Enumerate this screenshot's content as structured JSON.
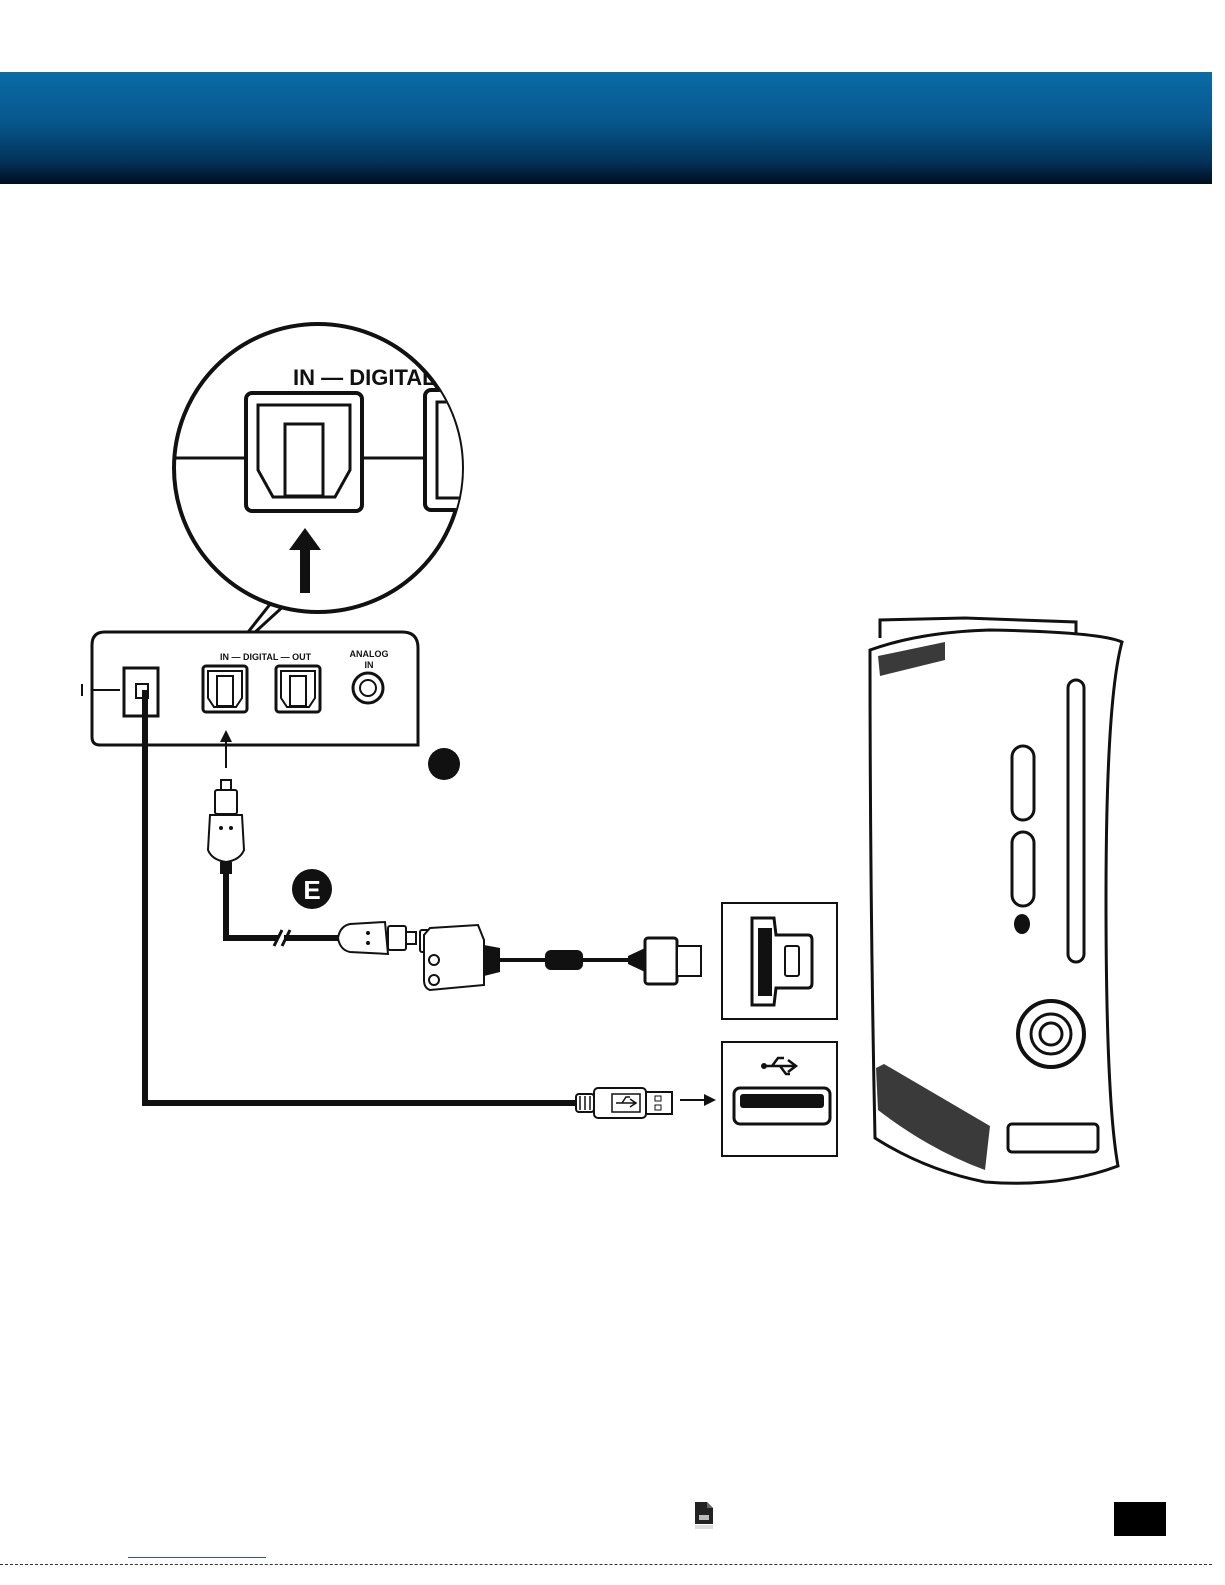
{
  "header": {
    "color": "#03325a"
  },
  "zoom_callout": {
    "label": "IN — DIGITAL"
  },
  "receiver": {
    "port_label": "IN — DIGITAL — OUT",
    "analog_label": "ANALOG",
    "analog_sub": "IN"
  },
  "step_labels": {
    "e": "E"
  },
  "footer": {
    "page_number": ""
  }
}
